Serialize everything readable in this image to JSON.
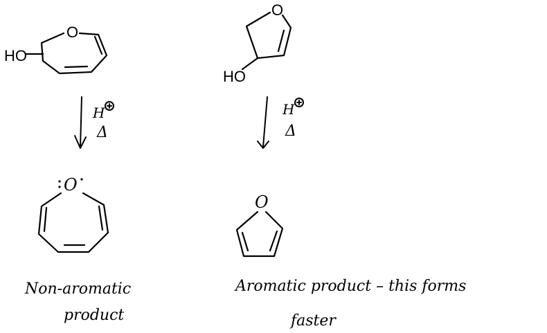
{
  "left": {
    "reactant": {
      "hydroxyl_label": "HO",
      "oxygen_label": "O"
    },
    "reagent": {
      "acid": "H",
      "heat": "Δ"
    },
    "product": {
      "oxygen_label": "O"
    },
    "caption_line1": "Non-aromatic",
    "caption_line2": "product"
  },
  "right": {
    "reactant": {
      "hydroxyl_label": "HO",
      "oxygen_label": "O"
    },
    "reagent": {
      "acid": "H",
      "heat": "Δ"
    },
    "product": {
      "oxygen_label": "O"
    },
    "caption_line1": "Aromatic product – this forms",
    "caption_line2": "faster"
  }
}
